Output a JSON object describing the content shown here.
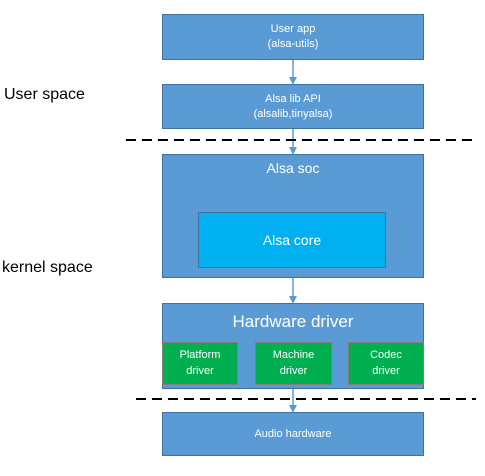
{
  "labels": {
    "user_space": "User space",
    "kernel_space": "kernel space"
  },
  "boxes": {
    "user_app": {
      "line1": "User app",
      "line2": "(alsa-utils)"
    },
    "alsa_lib": {
      "line1": "Alsa lib API",
      "line2": "(alsalib,tinyalsa)"
    },
    "alsa_soc": {
      "title": "Alsa soc",
      "inner": "Alsa core"
    },
    "hardware_driver": {
      "title": "Hardware driver",
      "platform": {
        "line1": "Platform",
        "line2": "driver"
      },
      "machine": {
        "line1": "Machine",
        "line2": "driver"
      },
      "codec": {
        "line1": "Codec",
        "line2": "driver"
      }
    },
    "audio_hw": {
      "label": "Audio hardware"
    }
  },
  "colors": {
    "box_blue": "#5b9bd5",
    "core_cyan": "#00b0f0",
    "driver_green": "#00b050"
  }
}
